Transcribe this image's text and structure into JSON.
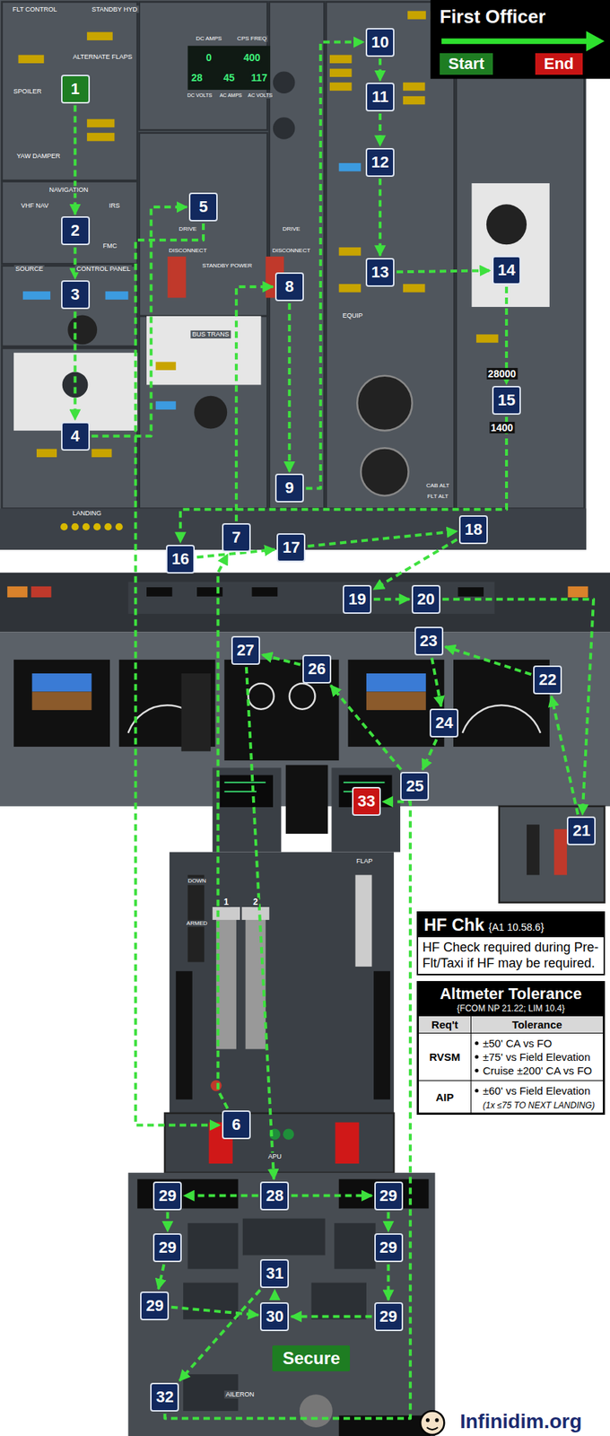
{
  "diagram": {
    "title": "First Officer",
    "nodes": [
      {
        "text": [
          "1"
        ]
      },
      {
        "text": [
          "2"
        ]
      },
      {
        "text": [
          "3"
        ]
      },
      {
        "text": [
          "4"
        ]
      },
      {
        "text": [
          "5"
        ]
      },
      {
        "text": [
          "6"
        ]
      },
      {
        "text": [
          "7"
        ]
      },
      {
        "text": [
          "8"
        ]
      },
      {
        "text": [
          "9"
        ]
      },
      {
        "text": [
          "10"
        ]
      },
      {
        "text": [
          "11"
        ]
      },
      {
        "text": [
          "12"
        ]
      },
      {
        "text": [
          "13"
        ]
      },
      {
        "text": [
          "14"
        ]
      },
      {
        "text": [
          "15"
        ]
      },
      {
        "text": [
          "16"
        ]
      },
      {
        "text": [
          "17"
        ]
      },
      {
        "text": [
          "18"
        ]
      },
      {
        "text": [
          "19"
        ]
      },
      {
        "text": [
          "20"
        ]
      },
      {
        "text": [
          "21"
        ]
      },
      {
        "text": [
          "22"
        ]
      },
      {
        "text": [
          "23"
        ]
      },
      {
        "text": [
          "24"
        ]
      },
      {
        "text": [
          "25"
        ]
      },
      {
        "text": [
          "26"
        ]
      },
      {
        "text": [
          "27"
        ]
      },
      {
        "text": [
          "28"
        ]
      },
      {
        "text": [
          "29"
        ]
      },
      {
        "text": [
          "29"
        ]
      },
      {
        "text": [
          "29"
        ]
      },
      {
        "text": [
          "29"
        ]
      },
      {
        "text": [
          "29"
        ]
      },
      {
        "text": [
          "29"
        ]
      },
      {
        "text": [
          "30"
        ]
      },
      {
        "text": [
          "31"
        ]
      },
      {
        "text": [
          "32"
        ]
      },
      {
        "text": [
          "33"
        ]
      },
      {
        "text": [
          "HF Chk",
          "{A1 10.58.6}",
          "HF Check required during Pre-Flt/Taxi if HF may be required."
        ]
      },
      {
        "text": [
          "Altmeter Tolerance",
          "{FCOM NP 21.22; LIM 10.4}"
        ]
      },
      {
        "text": [
          "Secure"
        ]
      }
    ],
    "edges": [
      {
        "from": 0,
        "to": 1,
        "arrow": "to"
      },
      {
        "from": 1,
        "to": 2,
        "arrow": "to"
      },
      {
        "from": 2,
        "to": 3,
        "arrow": "to"
      },
      {
        "from": 3,
        "to": 4,
        "arrow": "to"
      },
      {
        "from": 4,
        "to": 5,
        "arrow": "to"
      },
      {
        "from": 5,
        "to": 6,
        "arrow": "to"
      },
      {
        "from": 6,
        "to": 7,
        "arrow": "to"
      },
      {
        "from": 7,
        "to": 8,
        "arrow": "to"
      },
      {
        "from": 8,
        "to": 9,
        "arrow": "to"
      },
      {
        "from": 9,
        "to": 10,
        "arrow": "to"
      },
      {
        "from": 10,
        "to": 11,
        "arrow": "to"
      },
      {
        "from": 11,
        "to": 12,
        "arrow": "to"
      },
      {
        "from": 12,
        "to": 13,
        "arrow": "to"
      },
      {
        "from": 13,
        "to": 14,
        "arrow": "to"
      },
      {
        "from": 14,
        "to": 15,
        "arrow": "to"
      },
      {
        "from": 15,
        "to": 16,
        "arrow": "to"
      },
      {
        "from": 16,
        "to": 17,
        "arrow": "to"
      },
      {
        "from": 17,
        "to": 18,
        "arrow": "to"
      },
      {
        "from": 18,
        "to": 19,
        "arrow": "to"
      },
      {
        "from": 19,
        "to": 20,
        "arrow": "to"
      },
      {
        "from": 20,
        "to": 21,
        "arrow": "to"
      },
      {
        "from": 21,
        "to": 22,
        "arrow": "to"
      },
      {
        "from": 22,
        "to": 23,
        "arrow": "to"
      },
      {
        "from": 23,
        "to": 24,
        "arrow": "to"
      },
      {
        "from": 24,
        "to": 25,
        "arrow": "to"
      },
      {
        "from": 25,
        "to": 26,
        "arrow": "to"
      },
      {
        "from": 26,
        "to": 27,
        "arrow": "to"
      },
      {
        "from": 27,
        "to": 28,
        "arrow": "to"
      },
      {
        "from": 27,
        "to": 31,
        "arrow": "to"
      },
      {
        "from": 28,
        "to": 29,
        "arrow": "to"
      },
      {
        "from": 29,
        "to": 30,
        "arrow": "to"
      },
      {
        "from": 31,
        "to": 32,
        "arrow": "to"
      },
      {
        "from": 32,
        "to": 33,
        "arrow": "to"
      },
      {
        "from": 30,
        "to": 34,
        "arrow": "to"
      },
      {
        "from": 33,
        "to": 34,
        "arrow": "to"
      },
      {
        "from": 34,
        "to": 35,
        "arrow": "to"
      },
      {
        "from": 35,
        "to": 36,
        "arrow": "to"
      },
      {
        "from": 36,
        "to": 37,
        "arrow": "to"
      }
    ],
    "labels": [
      "FLT CONTROL",
      "STANDBY HYD",
      "ALTERNATE FLAPS",
      "SPOILER",
      "YAW DAMPER",
      "NAVIGATION",
      "VHF NAV",
      "IRS",
      "FMC",
      "SOURCE",
      "CONTROL PANEL",
      "DC AMPS",
      "CPS FREQ",
      "0",
      "400",
      "28",
      "45",
      "117",
      "DC VOLTS",
      "AC AMPS",
      "AC VOLTS",
      "DRIVE",
      "DRIVE",
      "DISCONNECT",
      "DISCONNECT",
      "STANDBY POWER",
      "BUS TRANS",
      "EQUIP",
      "28000",
      "1400",
      "CAB ALT",
      "FLT ALT",
      "LANDING",
      "FLAP",
      "DOWN",
      "ARMED",
      "1",
      "2",
      "APU",
      "AILERON",
      "Req't",
      "Tolerance",
      "RVSM",
      "±50' CA vs FO",
      "±75' vs Field Elevation",
      "Cruise ±200' CA vs FO",
      "AIP",
      "±60' vs Field Elevation",
      "(1x ≤75 TO NEXT LANDING)",
      "Infinidim.org"
    ],
    "legend": [
      {
        "text": "Start",
        "color": "#1e7d22"
      },
      {
        "text": "End",
        "color": "#c81414"
      }
    ]
  }
}
